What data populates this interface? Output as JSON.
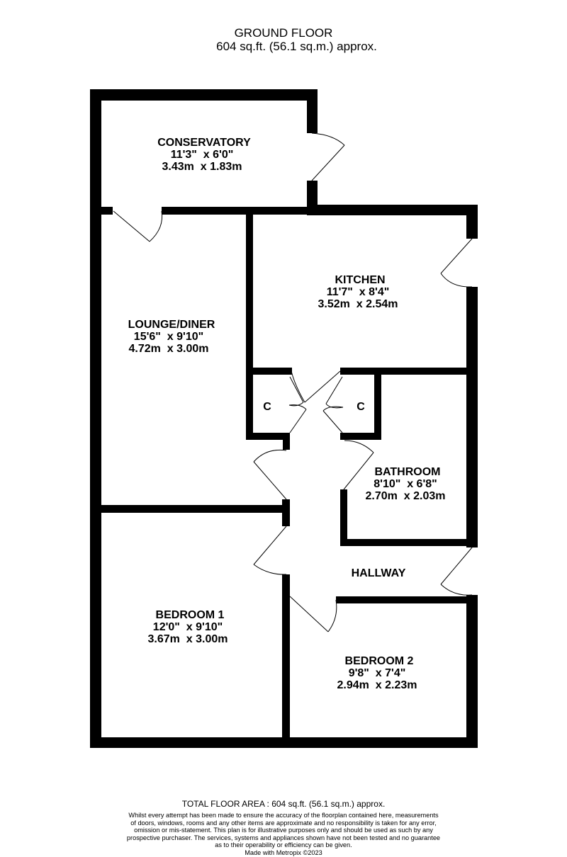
{
  "header": {
    "floor": "GROUND FLOOR",
    "area": "604 sq.ft. (56.1 sq.m.) approx."
  },
  "rooms": [
    {
      "name": "CONSERVATORY",
      "imperial": "11'3\"  x 6'0\"",
      "metric": "3.43m  x 1.83m"
    },
    {
      "name": "KITCHEN",
      "imperial": "11'7\"  x 8'4\"",
      "metric": "3.52m  x 2.54m"
    },
    {
      "name": "LOUNGE/DINER",
      "imperial": "15'6\"  x 9'10\"",
      "metric": "4.72m  x 3.00m"
    },
    {
      "name": "BATHROOM",
      "imperial": "8'10\"  x 6'8\"",
      "metric": "2.70m  x 2.03m"
    },
    {
      "name": "HALLWAY"
    },
    {
      "name": "BEDROOM 1",
      "imperial": "12'0\"  x 9'10\"",
      "metric": "3.67m  x 3.00m"
    },
    {
      "name": "BEDROOM 2",
      "imperial": "9'8\"  x 7'4\"",
      "metric": "2.94m  x 2.23m"
    }
  ],
  "cupboards": [
    "C",
    "C"
  ],
  "footer": {
    "total": "TOTAL FLOOR AREA : 604 sq.ft. (56.1 sq.m.) approx.",
    "disclaimer": [
      "Whilst every attempt has been made to ensure the accuracy of the floorplan contained here, measurements",
      "of doors, windows, rooms and any other items are approximate and no responsibility is taken for any error,",
      "omission or mis-statement. This plan is for illustrative purposes only and should be used as such by any",
      "prospective purchaser. The services, systems and appliances shown have not been tested and no guarantee",
      "as to their operability or efficiency can be given.",
      "Made with Metropix ©2023"
    ]
  },
  "colors": {
    "wall": "#000000",
    "background": "#ffffff"
  }
}
